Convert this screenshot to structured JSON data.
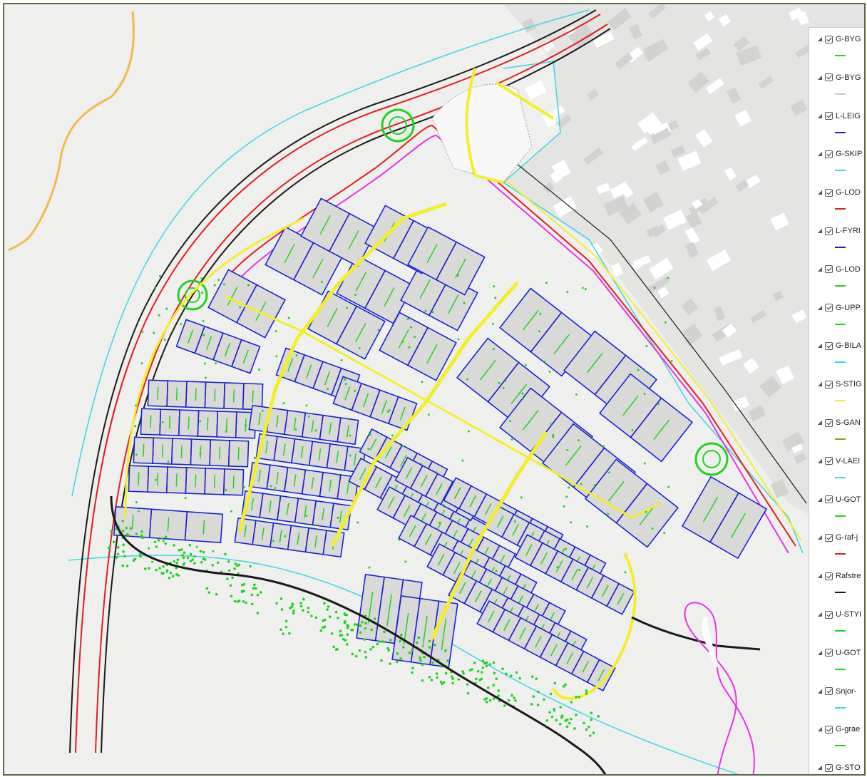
{
  "map": {
    "colors": {
      "background": "#efefee",
      "roads": "#e01f1f",
      "road_edges": "#1a1a1a",
      "outlines": "#3ad6e6",
      "paths": "#f2ee2a",
      "plots": "#1d1bd0",
      "vegetation": "#21d321",
      "rail": "#e535e5",
      "streams": "#f5b94a"
    }
  },
  "legend": {
    "items": [
      {
        "label": "G-BYG",
        "color": "#21d321"
      },
      {
        "label": "G-BYG",
        "color": "#c9c9c9"
      },
      {
        "label": "L-LEIG",
        "color": "#1d1bd0"
      },
      {
        "label": "G-SKIP",
        "color": "#3ad6e6"
      },
      {
        "label": "G-LOD",
        "color": "#e01f1f"
      },
      {
        "label": "L-FYRI",
        "color": "#1d1bd0"
      },
      {
        "label": "G-LOD",
        "color": "#21d321"
      },
      {
        "label": "G-UPP",
        "color": "#21d321"
      },
      {
        "label": "G-BILA",
        "color": "#3ad6e6"
      },
      {
        "label": "S-STIG",
        "color": "#f2ee2a"
      },
      {
        "label": "S-GAN",
        "color": "#8c9a2e"
      },
      {
        "label": "V-LAEI",
        "color": "#3ad6e6"
      },
      {
        "label": "U-GOT",
        "color": "#21d321"
      },
      {
        "label": "G-raf-j",
        "color": "#e01f1f"
      },
      {
        "label": "Rafstre",
        "color": "#1a1a1a"
      },
      {
        "label": "U-STYI",
        "color": "#21d321"
      },
      {
        "label": "U-GOT",
        "color": "#21d321"
      },
      {
        "label": "Snjor-",
        "color": "#3ad6e6"
      },
      {
        "label": "G-grae",
        "color": "#21d321"
      },
      {
        "label": "G-STO",
        "color": "#e535e5"
      }
    ]
  }
}
